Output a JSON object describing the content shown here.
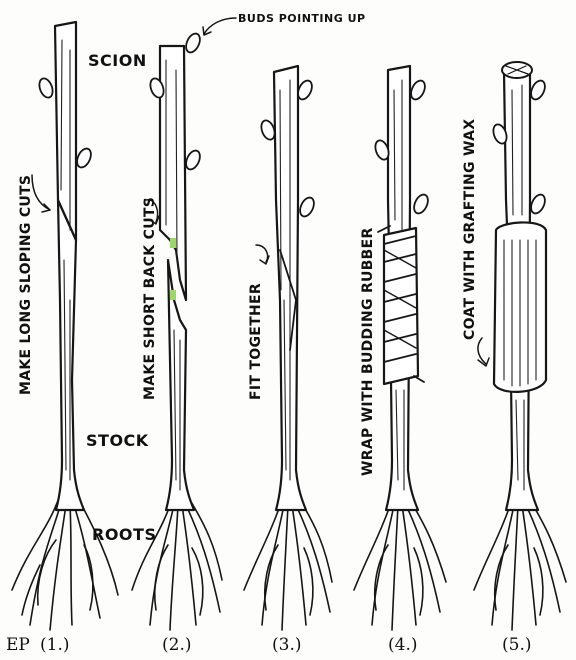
{
  "labels": {
    "buds": "BUDS POINTING UP",
    "scion": "SCION",
    "stock": "STOCK",
    "roots": "ROOTS",
    "initials": "EP"
  },
  "steps": [
    {
      "number": "(1.)",
      "instruction": "MAKE LONG SLOPING CUTS"
    },
    {
      "number": "(2.)",
      "instruction": "MAKE SHORT BACK CUTS"
    },
    {
      "number": "(3.)",
      "instruction": "FIT TOGETHER"
    },
    {
      "number": "(4.)",
      "instruction": "WRAP WITH BUDDING RUBBER"
    },
    {
      "number": "(5.)",
      "instruction": "COAT WITH GRAFTING WAX"
    }
  ],
  "colors": {
    "ink": "#161616",
    "cambium": "#9ed66b",
    "paper": "#fdfdfb"
  }
}
